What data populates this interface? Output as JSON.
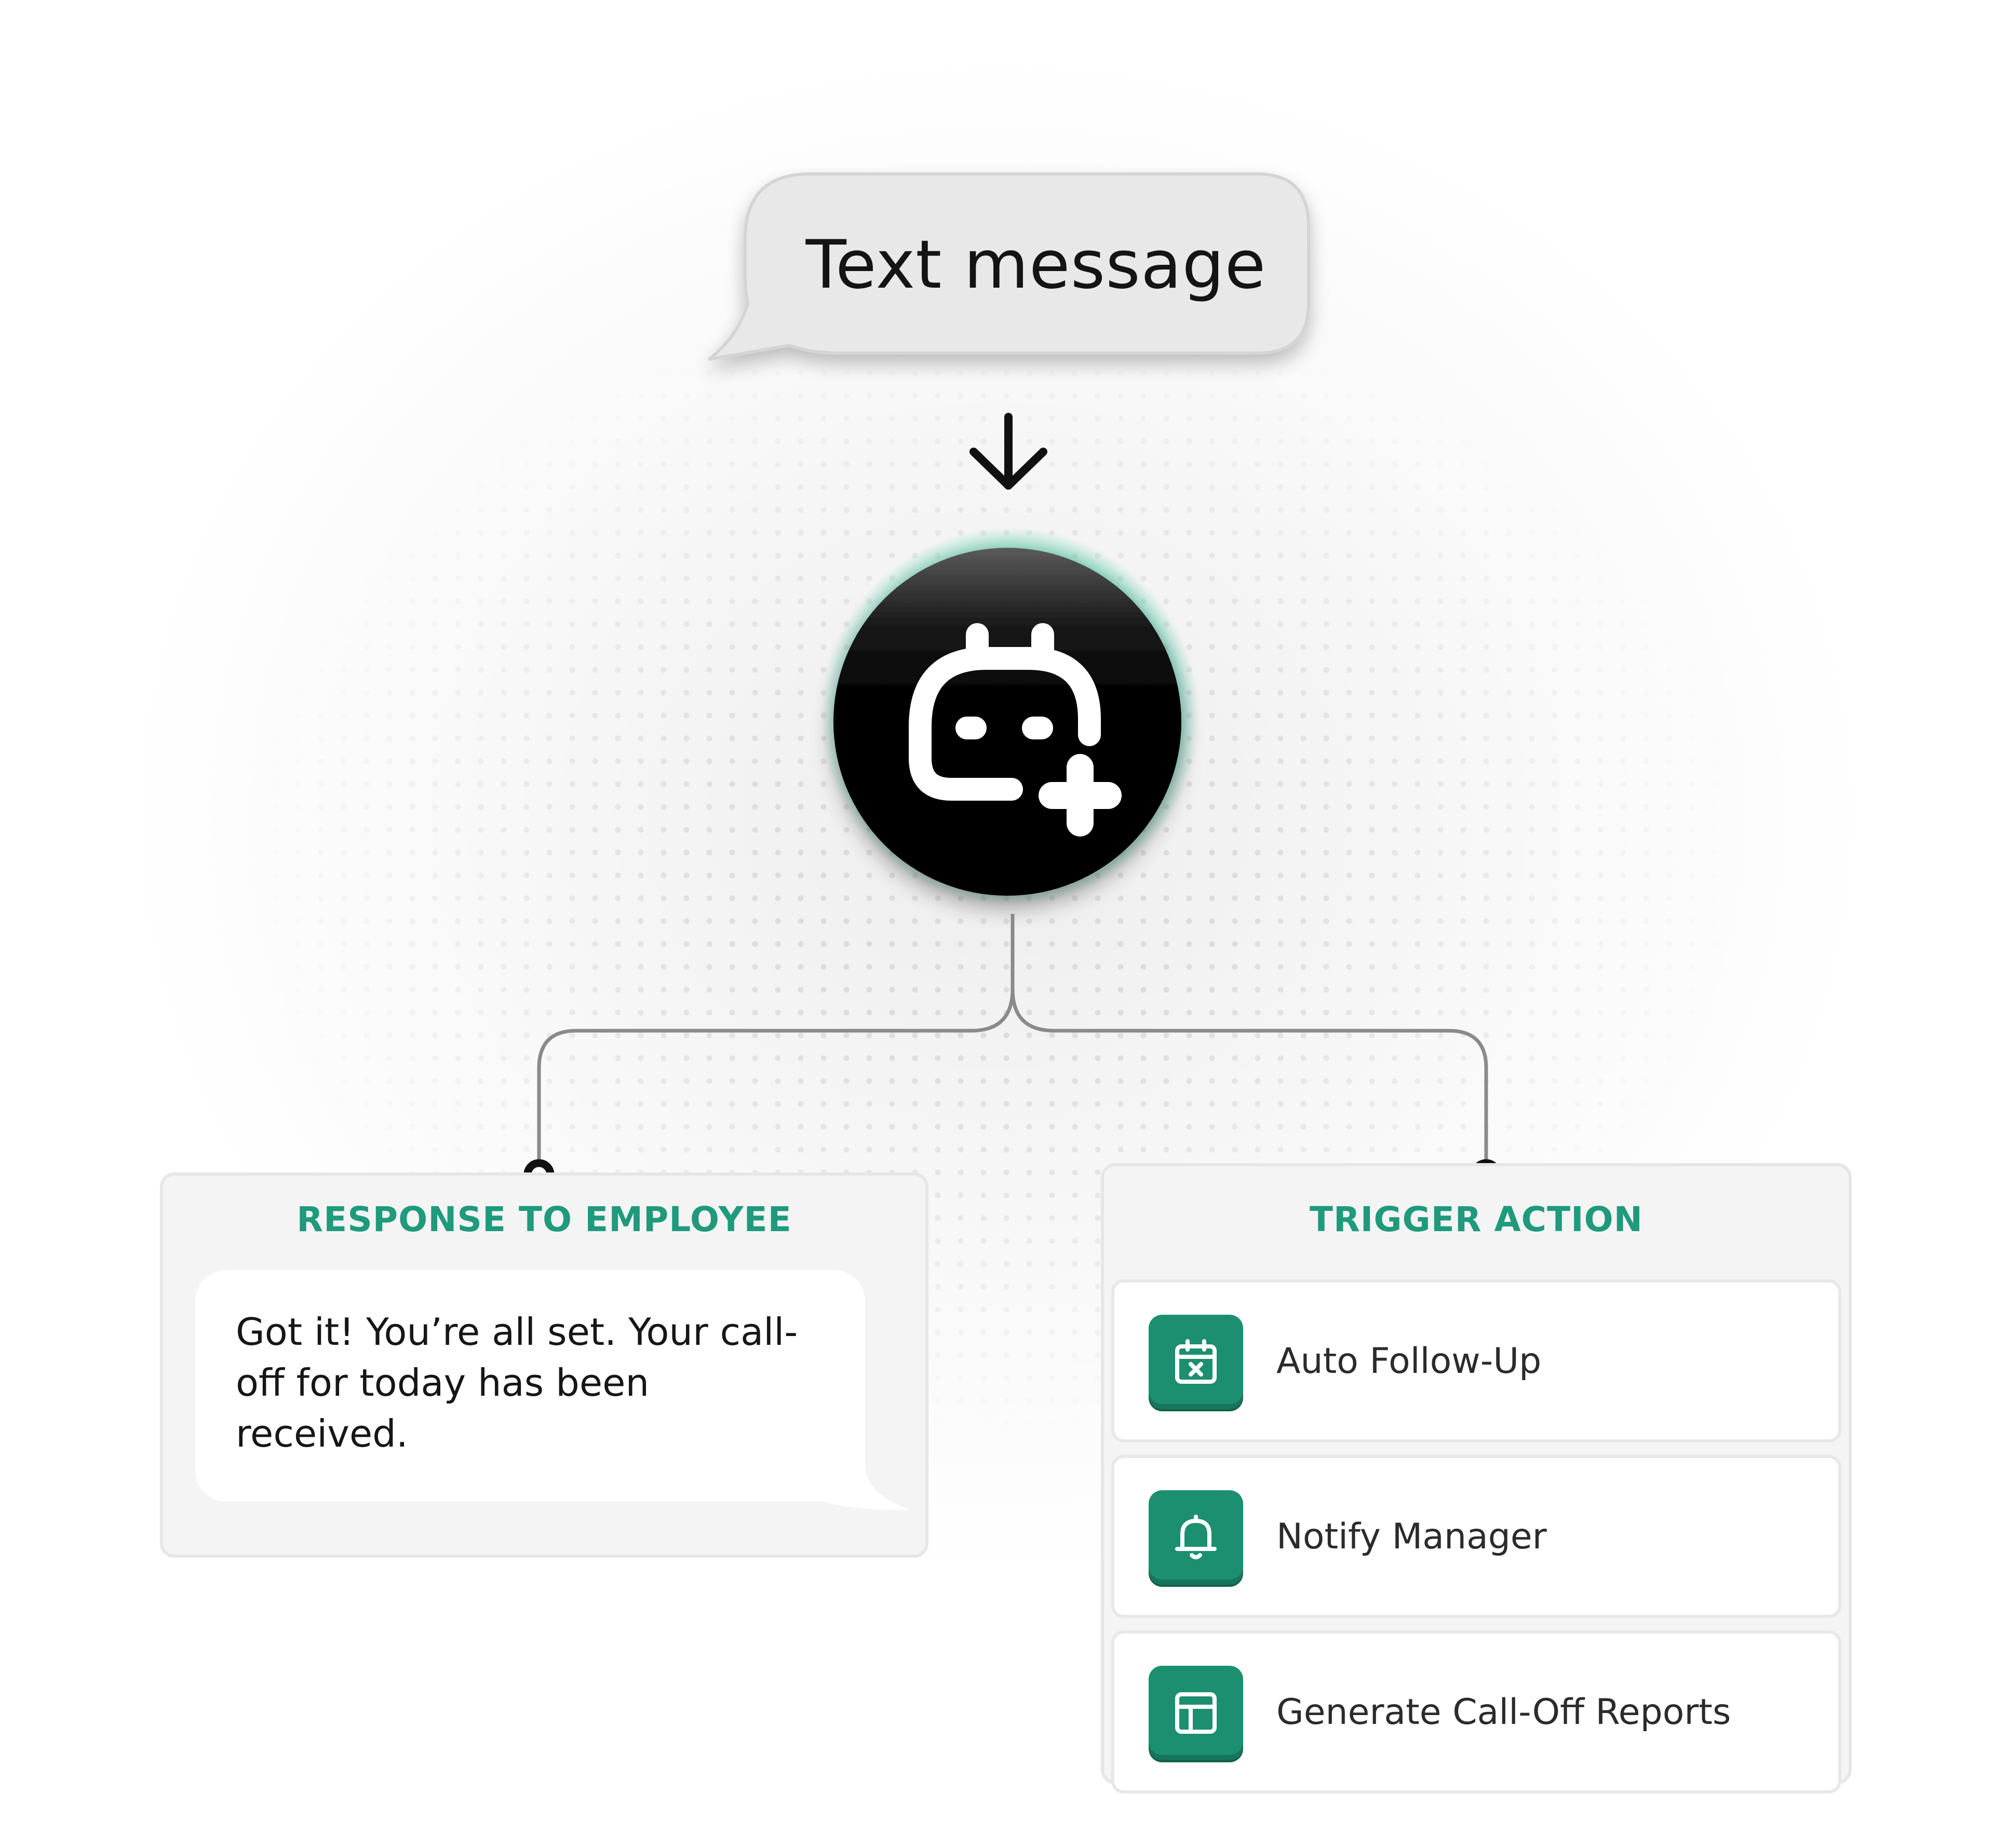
{
  "trigger": {
    "label": "Text message"
  },
  "colors": {
    "accent": "#1f9a7c",
    "icon_tile": "#1c8f70",
    "ring_glow": "#17a07e",
    "node_body": "#000000"
  },
  "central_node": {
    "icon": "ai-bot-plus-icon"
  },
  "response": {
    "title": "RESPONSE TO EMPLOYEE",
    "message": "Got it! You’re all set. Your call-off for today has been received."
  },
  "trigger_action": {
    "title": "TRIGGER ACTION",
    "actions": [
      {
        "label": "Auto Follow-Up",
        "icon": "calendar-x-icon"
      },
      {
        "label": "Notify Manager",
        "icon": "bell-icon"
      },
      {
        "label": "Generate Call-Off Reports",
        "icon": "report-layout-icon"
      }
    ]
  }
}
